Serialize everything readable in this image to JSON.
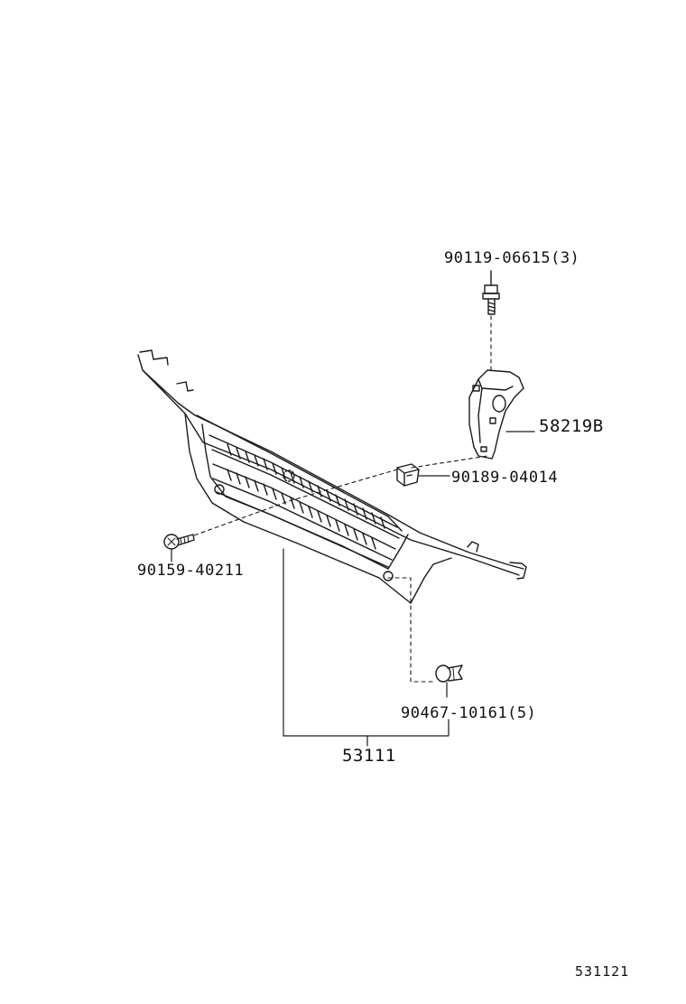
{
  "diagram": {
    "parts": [
      {
        "id": "bolt_top",
        "part_number": "90119-06615(3)"
      },
      {
        "id": "bracket",
        "part_number": "58219B"
      },
      {
        "id": "clip_nut",
        "part_number": "90189-04014"
      },
      {
        "id": "screw_left",
        "part_number": "90159-40211"
      },
      {
        "id": "clip_bottom",
        "part_number": "90467-10161(5)"
      },
      {
        "id": "grille",
        "part_number": "53111"
      }
    ],
    "figure_code": "531121"
  }
}
